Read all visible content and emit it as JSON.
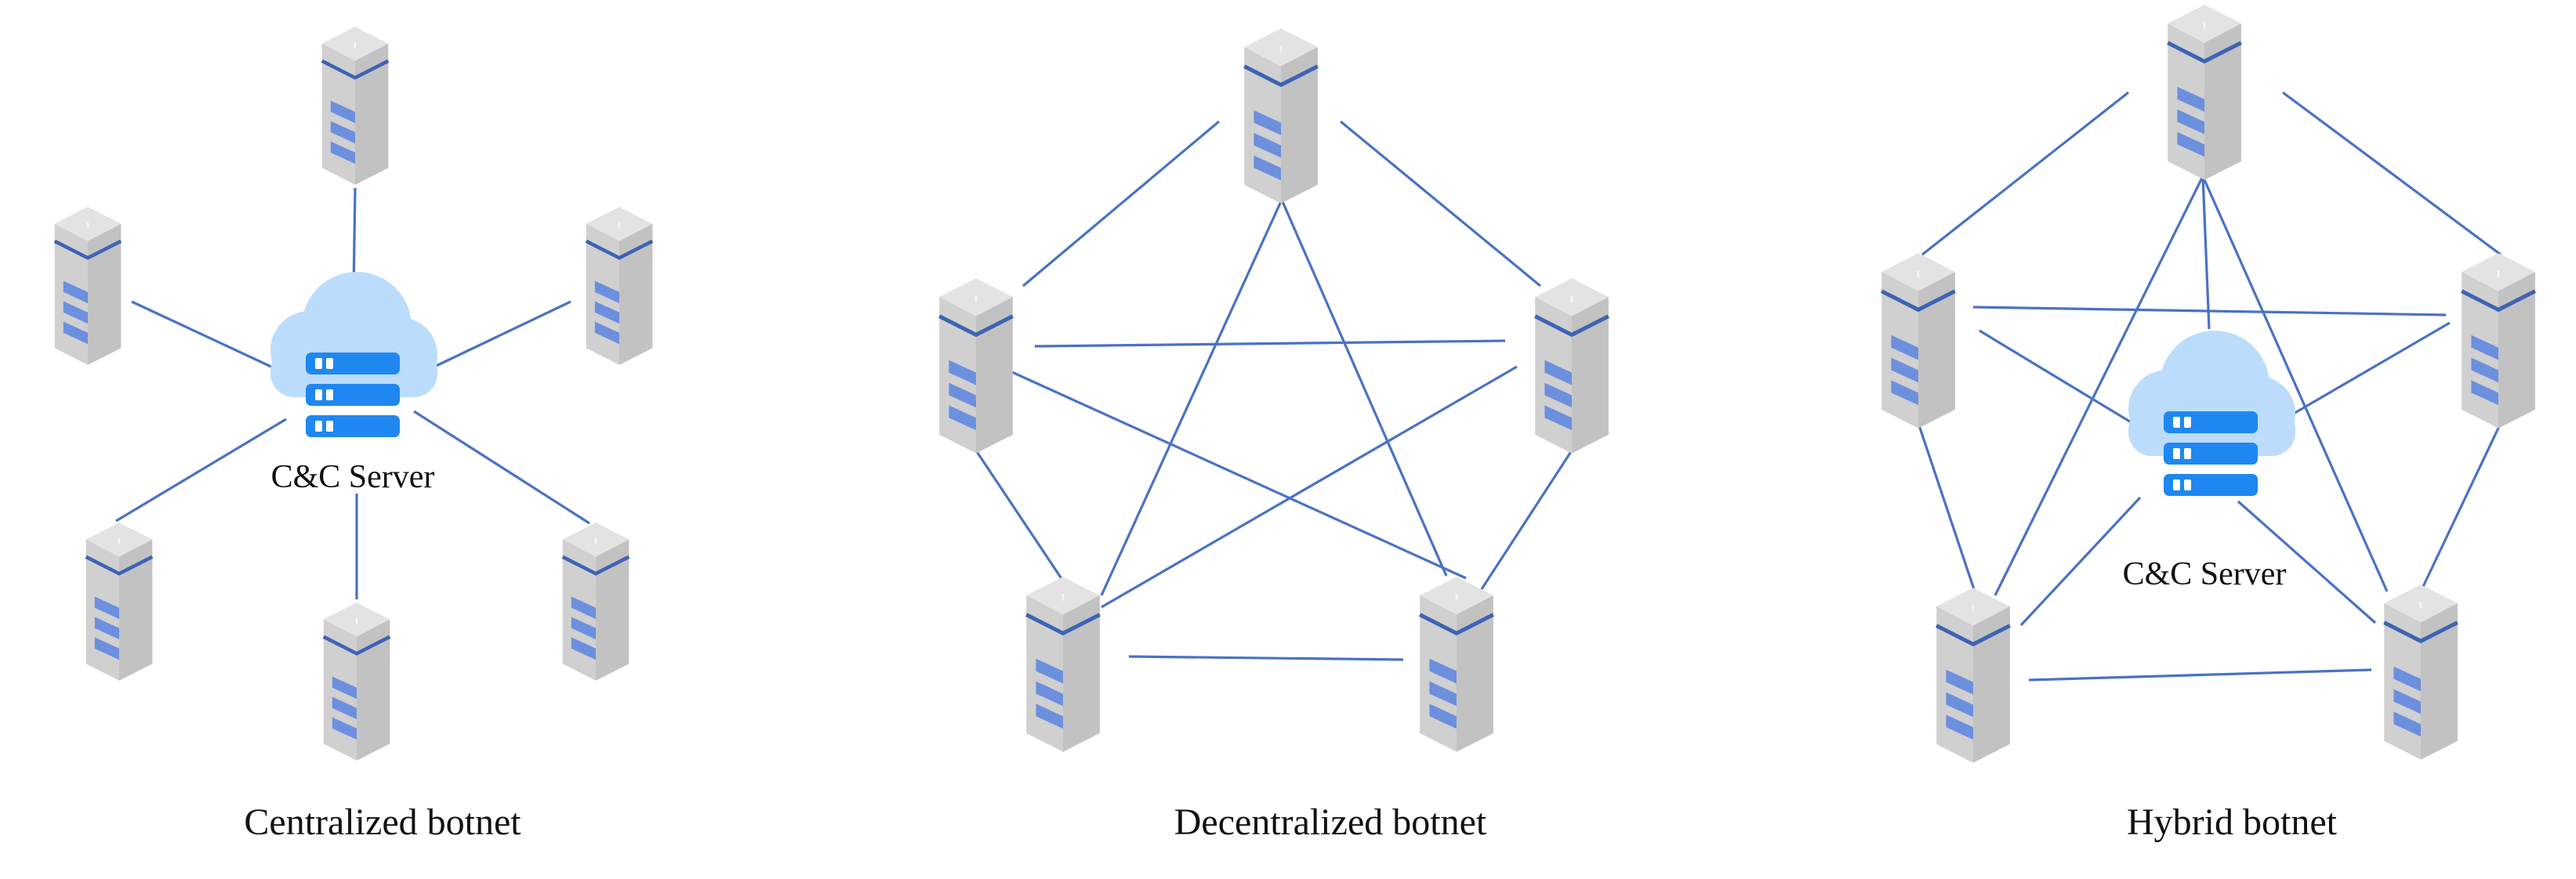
{
  "panels": [
    {
      "caption": "Centralized botnet",
      "server_label": "C&C Server"
    },
    {
      "caption": "Decentralized botnet"
    },
    {
      "caption": "Hybrid botnet",
      "server_label": "C&C Server"
    }
  ],
  "icons": {
    "node": "server-tower-icon",
    "server": "cloud-server-icon"
  },
  "colors": {
    "link": "#4a72c4",
    "node_body": "#cfcfcf",
    "node_stripe": "#3d63b3",
    "cloud": "#bcdcfb",
    "server_rack": "#1e88f0"
  }
}
